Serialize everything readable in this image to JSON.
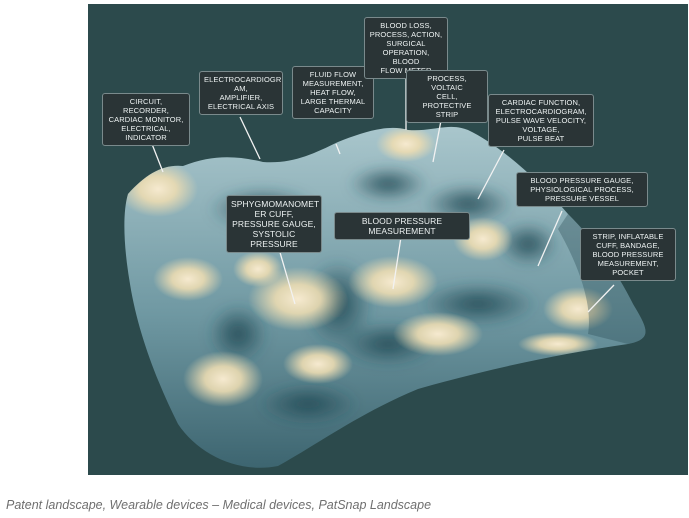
{
  "labels": [
    {
      "id": "circuit",
      "text": "CIRCUIT,\nRECORDER,\nCARDIAC MONITOR,\nELECTRICAL,\nINDICATOR"
    },
    {
      "id": "ecg",
      "text": "ELECTROCARDIOGR\nAM,\nAMPLIFIER,\nELECTRICAL AXIS"
    },
    {
      "id": "fluid",
      "text": "FLUID FLOW\nMEASUREMENT,\nHEAT FLOW,\nLARGE THERMAL\nCAPACITY"
    },
    {
      "id": "bloodloss",
      "text": "BLOOD LOSS,\nPROCESS, ACTION,\nSURGICAL\nOPERATION, BLOOD\nFLOW METER"
    },
    {
      "id": "voltaic",
      "text": "PROCESS, VOLTAIC\nCELL, PROTECTIVE\nSTRIP"
    },
    {
      "id": "cardiac",
      "text": "CARDIAC FUNCTION,\nELECTROCARDIOGRAM,\nPULSE WAVE VELOCITY,\nVOLTAGE,\nPULSE BEAT"
    },
    {
      "id": "gauge",
      "text": "BLOOD PRESSURE GAUGE,\nPHYSIOLOGICAL PROCESS,\nPRESSURE VESSEL"
    },
    {
      "id": "sphygmo",
      "text": "SPHYGMOMANOMET\nER CUFF,\nPRESSURE GAUGE,\nSYSTOLIC\nPRESSURE"
    },
    {
      "id": "bpmeas",
      "text": "BLOOD PRESSURE\nMEASUREMENT"
    },
    {
      "id": "strip",
      "text": "STRIP, INFLATABLE\nCUFF, BANDAGE,\nBLOOD PRESSURE\nMEASUREMENT,\nPOCKET"
    }
  ],
  "caption": "Patent landscape, Wearable devices – Medical devices, PatSnap Landscape",
  "colors": {
    "background": "#2c4a4c",
    "low": "#2f5a62",
    "mid": "#8fb4bc",
    "peak": "#f3e4b8",
    "leader": "#f2f2f2"
  }
}
